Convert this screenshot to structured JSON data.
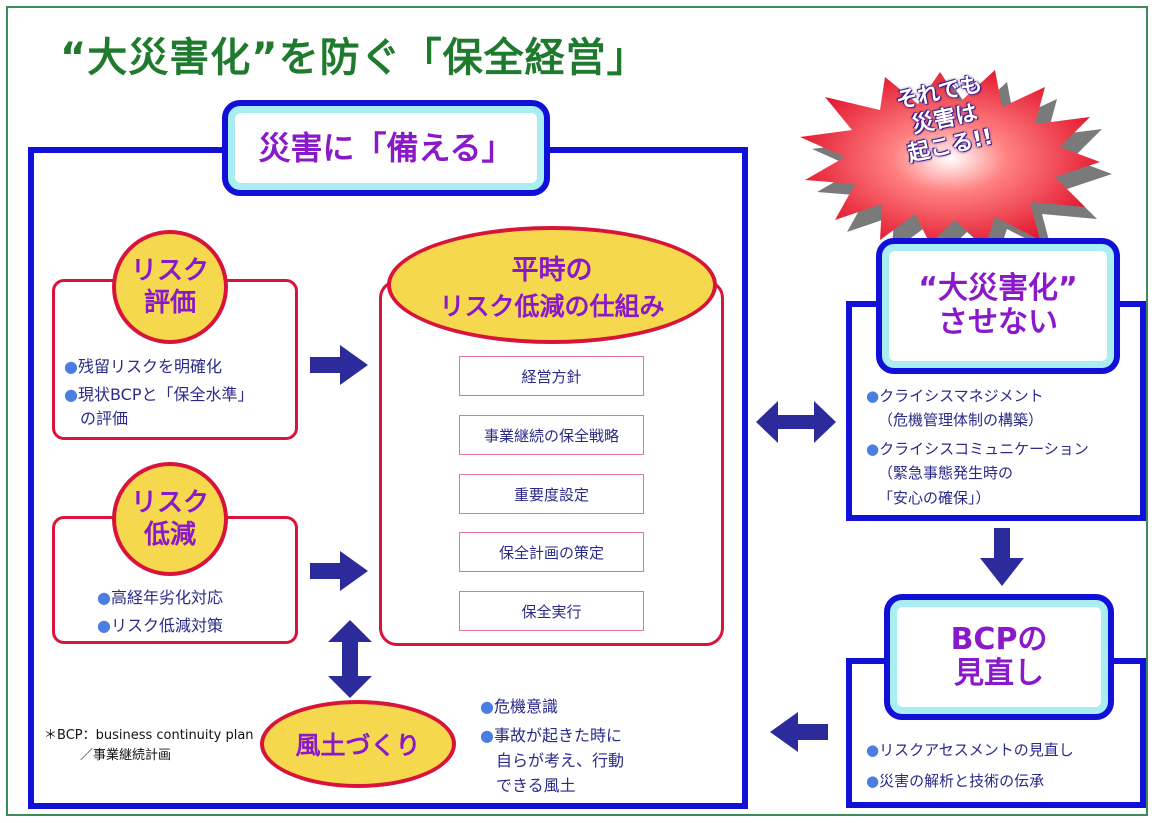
{
  "title": "“大災害化”を防ぐ「保全経営」",
  "prepare_header": "災害に「備える」",
  "risk_eval": {
    "label": "リスク\n評価",
    "items": [
      "残留リスクを明確化",
      "現状BCPと「保全水準」",
      "の評価"
    ]
  },
  "risk_reduce": {
    "label": "リスク\n低減",
    "items": [
      "高経年劣化対応",
      "リスク低減対策"
    ]
  },
  "normal_time": {
    "line1": "平時の",
    "line2": "リスク低減の仕組み",
    "steps": [
      "経営方針",
      "事業継続の保全戦略",
      "重要度設定",
      "保全計画の策定",
      "保全実行"
    ]
  },
  "culture": {
    "label": "風土づくり",
    "items": [
      "危機意識",
      "事故が起きた時に",
      "自らが考え、行動",
      "できる風土"
    ]
  },
  "note": {
    "line1": "＊BCP：business continuity plan",
    "line2": "／事業継続計画"
  },
  "starburst": "それでも\n災害は\n起こる!!",
  "no_disaster": {
    "label": "“大災害化”\nさせない",
    "items": [
      "クライシスマネジメント",
      "（危機管理体制の構築）",
      "クライシスコミュニケーション",
      "（緊急事態発生時の",
      "「安心の確保」）"
    ]
  },
  "bcp_review": {
    "label": "BCPの\n見直し",
    "items": [
      "リスクアセスメントの見直し",
      "災害の解析と技術の伝承"
    ]
  },
  "colors": {
    "title_green": "#1f7a2e",
    "frame_blue": "#1010d8",
    "accent_red": "#d8143a",
    "circle_yellow": "#f6d84f",
    "header_purple": "#8a1ac9",
    "arrow_navy": "#2b2b9b"
  }
}
